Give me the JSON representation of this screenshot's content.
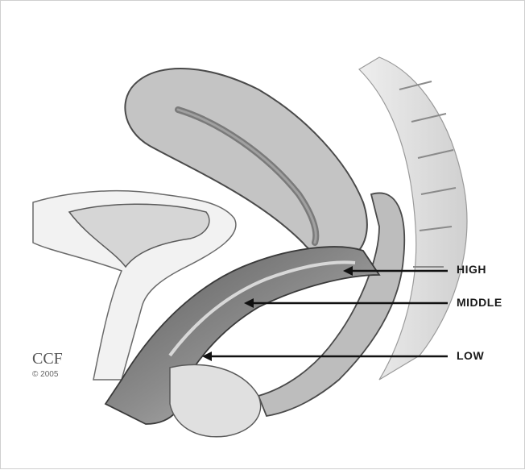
{
  "labels": {
    "high": "HIGH",
    "middle": "MIDDLE",
    "low": "LOW"
  },
  "credit": {
    "logo": "CCF",
    "copyright": "© 2005"
  },
  "colors": {
    "tissue_light": "#d9d9d9",
    "tissue_mid": "#a8a8a8",
    "tissue_dark": "#6e6e6e",
    "outline": "#4a4a4a",
    "arrow": "#111111"
  }
}
